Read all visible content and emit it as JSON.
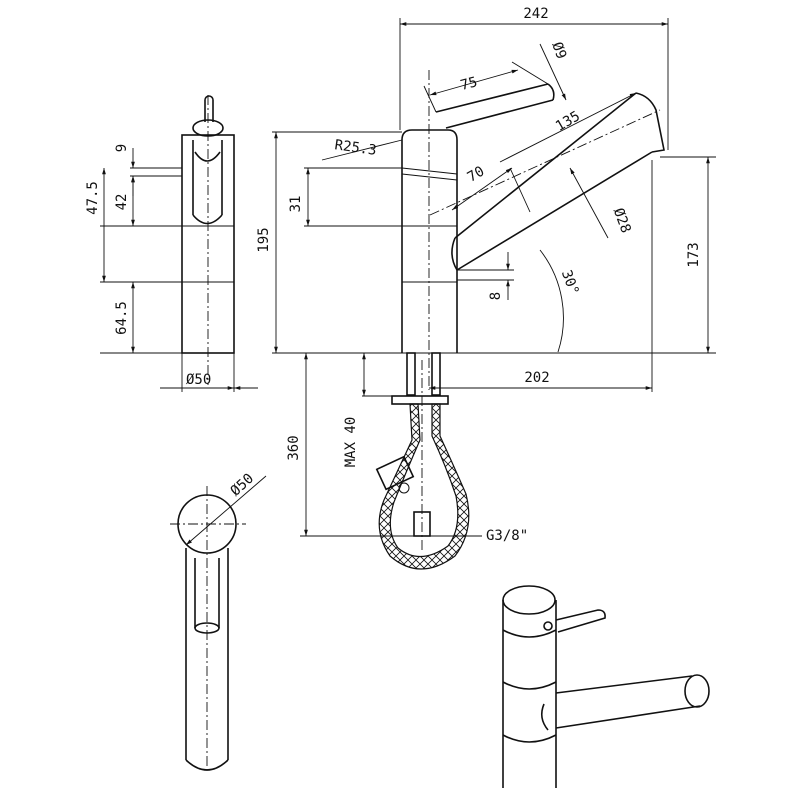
{
  "dimensions": {
    "overall_width": "242",
    "spout_bore_dia": "Ø9",
    "lever_length": "75",
    "spout_length": "135",
    "spout_offset": "70",
    "spout_dia": "Ø28",
    "spout_angle": "30°",
    "outlet_height": "173",
    "reach": "202",
    "body_radius": "R25.3",
    "top_section": "31",
    "total_height": "195",
    "spout_clearance": "8",
    "side_top": "9",
    "side_upper": "47.5",
    "side_mid": "42",
    "side_lower": "64.5",
    "base_dia_side": "Ø50",
    "base_dia_top": "Ø50",
    "hose_length": "360",
    "max_deck": "MAX 40",
    "connection": "G3/8\""
  }
}
